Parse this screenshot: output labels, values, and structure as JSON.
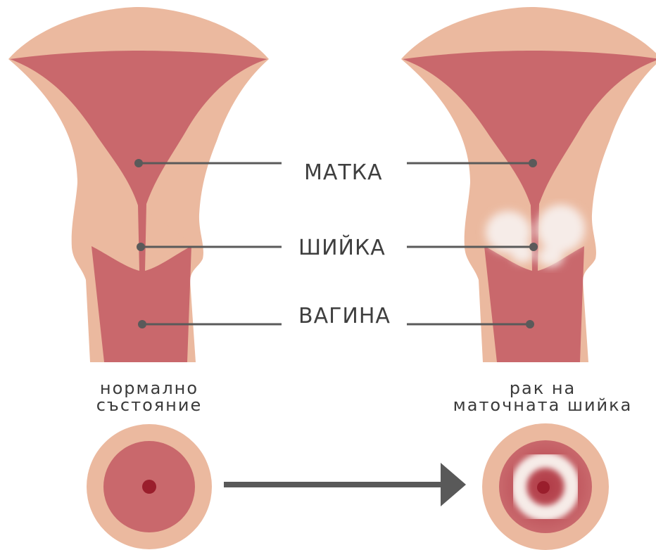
{
  "labels": {
    "uterus": "МАТКА",
    "cervix": "ШИЙКА",
    "vagina": "ВАГИНА"
  },
  "captions": {
    "normal_line1": "нормално",
    "normal_line2": "състояние",
    "cancer_line1": "рак на",
    "cancer_line2": "маточната шийка"
  },
  "colors": {
    "outer_tissue": "#ebb99f",
    "inner_tissue": "#c9686c",
    "dark_spot": "#9a1e2c",
    "lesion": "#f6ece8",
    "leader_line": "#5a5a5a"
  }
}
